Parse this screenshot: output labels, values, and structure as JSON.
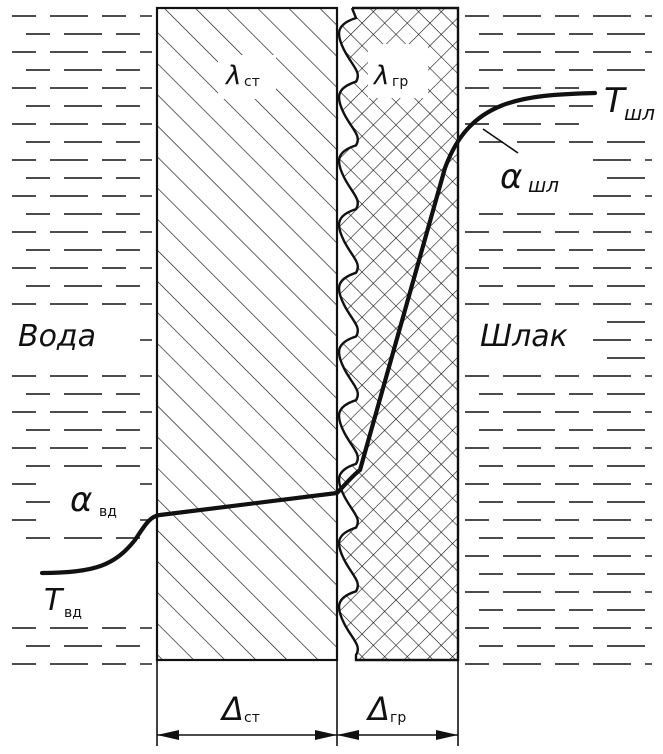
{
  "labels": {
    "water": "Вода",
    "slag": "Шлак",
    "lambda_symbol": "λ",
    "lambda_wall_sub": "ст",
    "lambda_deposit_sub": "гр",
    "alpha_symbol": "α",
    "alpha_water_sub": "вд",
    "alpha_slag_sub": "шл",
    "t_symbol": "T",
    "t_water_sub": "вд",
    "t_slag_sub": "шл",
    "delta_symbol": "Δ",
    "delta_wall_sub": "ст",
    "delta_deposit_sub": "гр"
  },
  "colors": {
    "ink": "#111111",
    "paper": "#ffffff"
  }
}
